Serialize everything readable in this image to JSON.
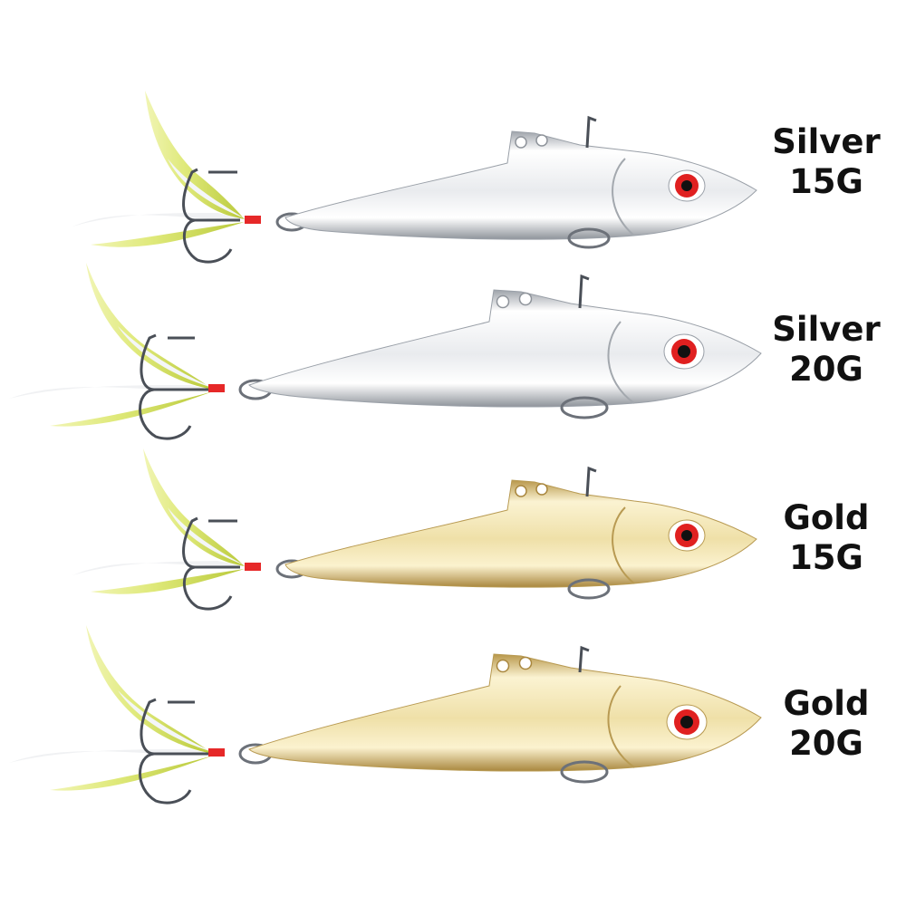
{
  "lures": [
    {
      "line1": "Silver",
      "line2": "15G",
      "finish": "silver"
    },
    {
      "line1": "Silver",
      "line2": "20G",
      "finish": "silver"
    },
    {
      "line1": "Gold",
      "line2": "15G",
      "finish": "gold"
    },
    {
      "line1": "Gold",
      "line2": "20G",
      "finish": "gold"
    }
  ],
  "colors": {
    "silver_light": "#f7f7f9",
    "silver_dark": "#a9adb4",
    "gold_light": "#f8efc8",
    "gold_dark": "#c9ad62",
    "feather_yellow": "#d8e36a",
    "feather_white": "#eef0f2",
    "eye_red": "#e02020",
    "wrap_red": "#e62828",
    "hook": "#4a4f57"
  }
}
